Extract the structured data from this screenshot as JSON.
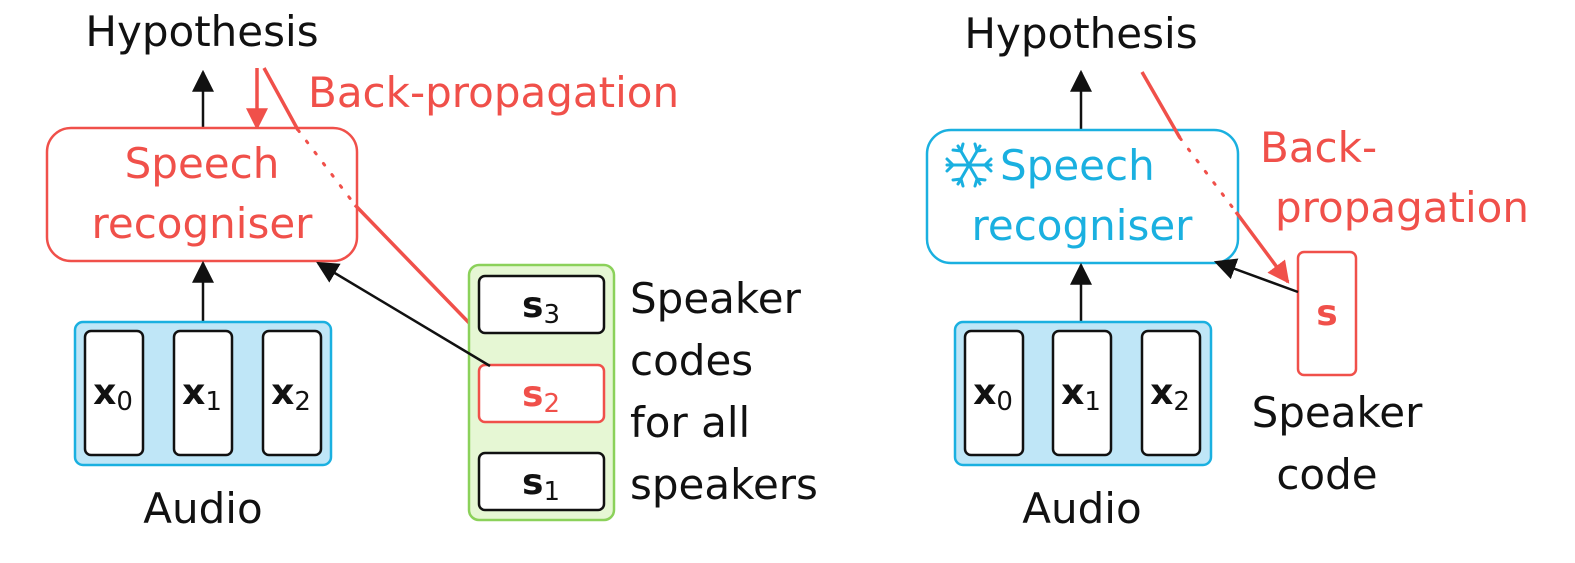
{
  "colors": {
    "red": "#f0504a",
    "blue": "#1ab0e0",
    "audio_fill": "#bfe6f7",
    "green_fill": "#e6f7d4",
    "green_border": "#8bd15a",
    "black": "#111111"
  },
  "left": {
    "hypothesis": "Hypothesis",
    "backprop": "Back-propagation",
    "recogniser": {
      "line1": "Speech",
      "line2": "recogniser"
    },
    "audio_label": "Audio",
    "frames": [
      {
        "var": "x",
        "sub": "0"
      },
      {
        "var": "x",
        "sub": "1"
      },
      {
        "var": "x",
        "sub": "2"
      }
    ],
    "codes": [
      {
        "var": "s",
        "sub": "3"
      },
      {
        "var": "s",
        "sub": "2"
      },
      {
        "var": "s",
        "sub": "1"
      }
    ],
    "codes_label": {
      "line1": "Speaker",
      "line2": "codes",
      "line3": "for all",
      "line4": "speakers"
    }
  },
  "right": {
    "hypothesis": "Hypothesis",
    "backprop": {
      "line1": "Back-",
      "line2": "propagation"
    },
    "snowflake_icon": "snowflake-icon",
    "recogniser": {
      "line1": "Speech",
      "line2": "recogniser"
    },
    "audio_label": "Audio",
    "frames": [
      {
        "var": "x",
        "sub": "0"
      },
      {
        "var": "x",
        "sub": "1"
      },
      {
        "var": "x",
        "sub": "2"
      }
    ],
    "code": "s",
    "code_label": {
      "line1": "Speaker",
      "line2": "code"
    }
  }
}
